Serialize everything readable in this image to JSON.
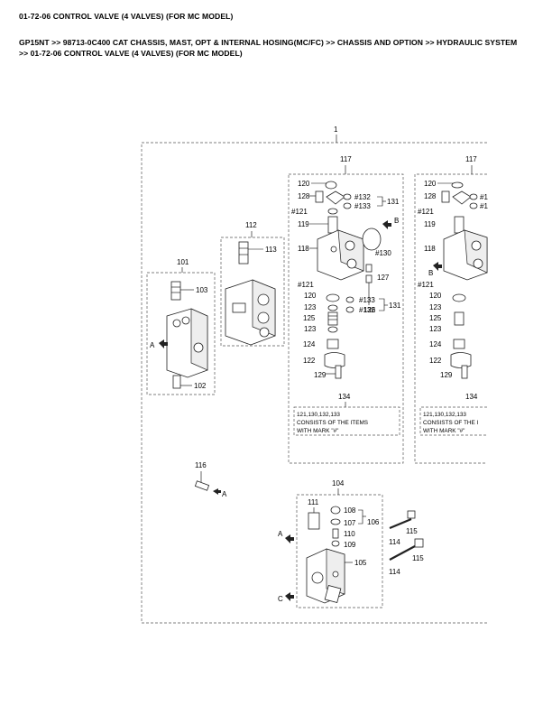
{
  "header": {
    "title": "01-72-06 CONTROL VALVE (4 VALVES) (FOR MC MODEL)",
    "breadcrumb_line1": "GP15NT >> 98713-0C400 CAT CHASSIS, MAST, OPT & INTERNAL HOSING(MC/FC) >> CHASSIS AND OPTION >> HYDRAULIC SYSTEM",
    "breadcrumb_line2": ">> 01-72-06 CONTROL VALVE (4 VALVES) (FOR MC MODEL)"
  },
  "diagram": {
    "assembly_label": "1",
    "callouts": {
      "p101": "101",
      "p102": "102",
      "p103": "103",
      "p112": "112",
      "p113": "113",
      "p117": "117",
      "p118": "118",
      "p119": "119",
      "p120": "120",
      "p121": "#121",
      "p121b": "#121",
      "p120b": "120",
      "p122": "122",
      "p123": "123",
      "p123b": "123",
      "p124": "124",
      "p125": "125",
      "p126": "126",
      "p127": "127",
      "p128": "128",
      "p129": "129",
      "p130": "#130",
      "p131": "131",
      "p132": "#132",
      "p133": "#133",
      "p131b": "131",
      "p132b": "#132",
      "p133b": "#133",
      "p134": "134",
      "s117": "117",
      "s120": "120",
      "s128": "128",
      "s121": "#121",
      "s119": "119",
      "s118": "118",
      "s121b": "#121",
      "s120b": "120",
      "s123": "123",
      "s125": "125",
      "s123b": "123",
      "s124": "124",
      "s122": "122",
      "s129": "129",
      "s134": "134",
      "s132": "#1",
      "s133": "#1",
      "p104": "104",
      "p105": "105",
      "p106": "106",
      "p107": "107",
      "p108": "108",
      "p109": "109",
      "p110": "110",
      "p111": "111",
      "p114": "114",
      "p114b": "114",
      "p115": "115",
      "p115b": "115",
      "p116": "116"
    },
    "arrows": {
      "a1": "A",
      "a2": "A",
      "a3": "A",
      "b1": "B",
      "b2": "B",
      "c1": "C"
    },
    "note_lines": [
      "121,130,132,133",
      "CONSISTS OF THE ITEMS",
      "WITH MARK \"#\""
    ],
    "note2_lines": [
      "121,130,132,133",
      "CONSISTS OF THE I",
      "WITH MARK \"#\""
    ]
  }
}
